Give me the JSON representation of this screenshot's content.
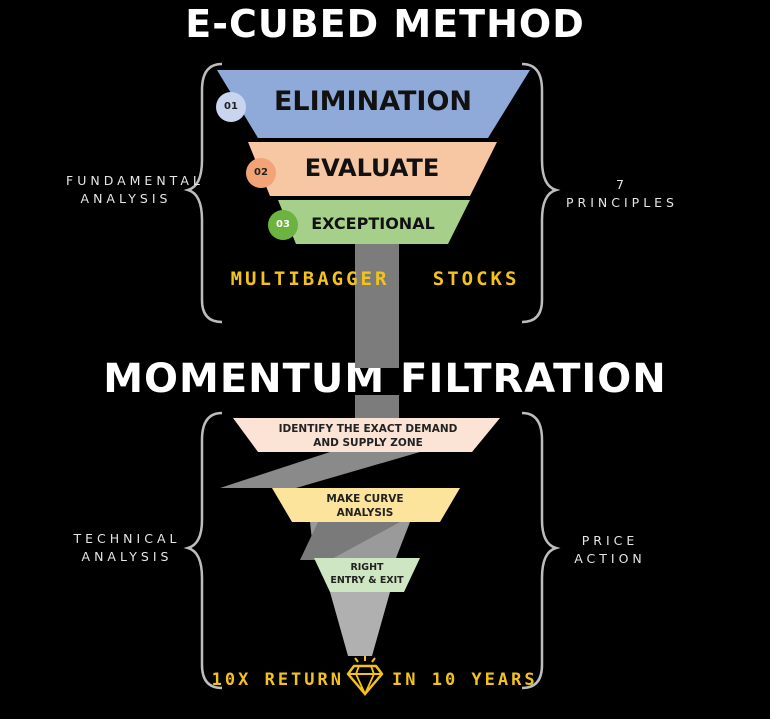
{
  "top_title": "E-CUBED METHOD",
  "funnel_top": [
    {
      "number": "01",
      "label": "ELIMINATION"
    },
    {
      "number": "02",
      "label": "EVALUATE"
    },
    {
      "number": "03",
      "label": "EXCEPTIONAL"
    }
  ],
  "result_top": "MULTIBAGGER   STOCKS",
  "left_top_label": [
    "FUNDAMENTAL",
    "ANALYSIS"
  ],
  "right_top_label": [
    "7",
    "PRINCIPLES"
  ],
  "middle_title": "MOMENTUM FILTRATION",
  "funnel_bottom": [
    {
      "lines": [
        "IDENTIFY THE EXACT DEMAND",
        "AND SUPPLY ZONE"
      ]
    },
    {
      "lines": [
        "MAKE CURVE",
        "ANALYSIS"
      ]
    },
    {
      "lines": [
        "RIGHT",
        "ENTRY & EXIT"
      ]
    }
  ],
  "left_bottom_label": [
    "TECHNICAL",
    "ANALYSIS"
  ],
  "right_bottom_label": [
    "PRICE",
    "ACTION"
  ],
  "footer": {
    "left": "10X RETURN",
    "right": "IN 10 YEARS"
  },
  "colors": {
    "band1": "#8fa9d9",
    "band2": "#f7c6a3",
    "band3": "#a6d08a",
    "badge1": "#c9d4ee",
    "badge2": "#f3a477",
    "badge3": "#6cb33f",
    "zone1": "#fbe3d6",
    "zone2": "#fce49c",
    "zone3": "#cfe6c3",
    "gold": "#f4c21c"
  }
}
